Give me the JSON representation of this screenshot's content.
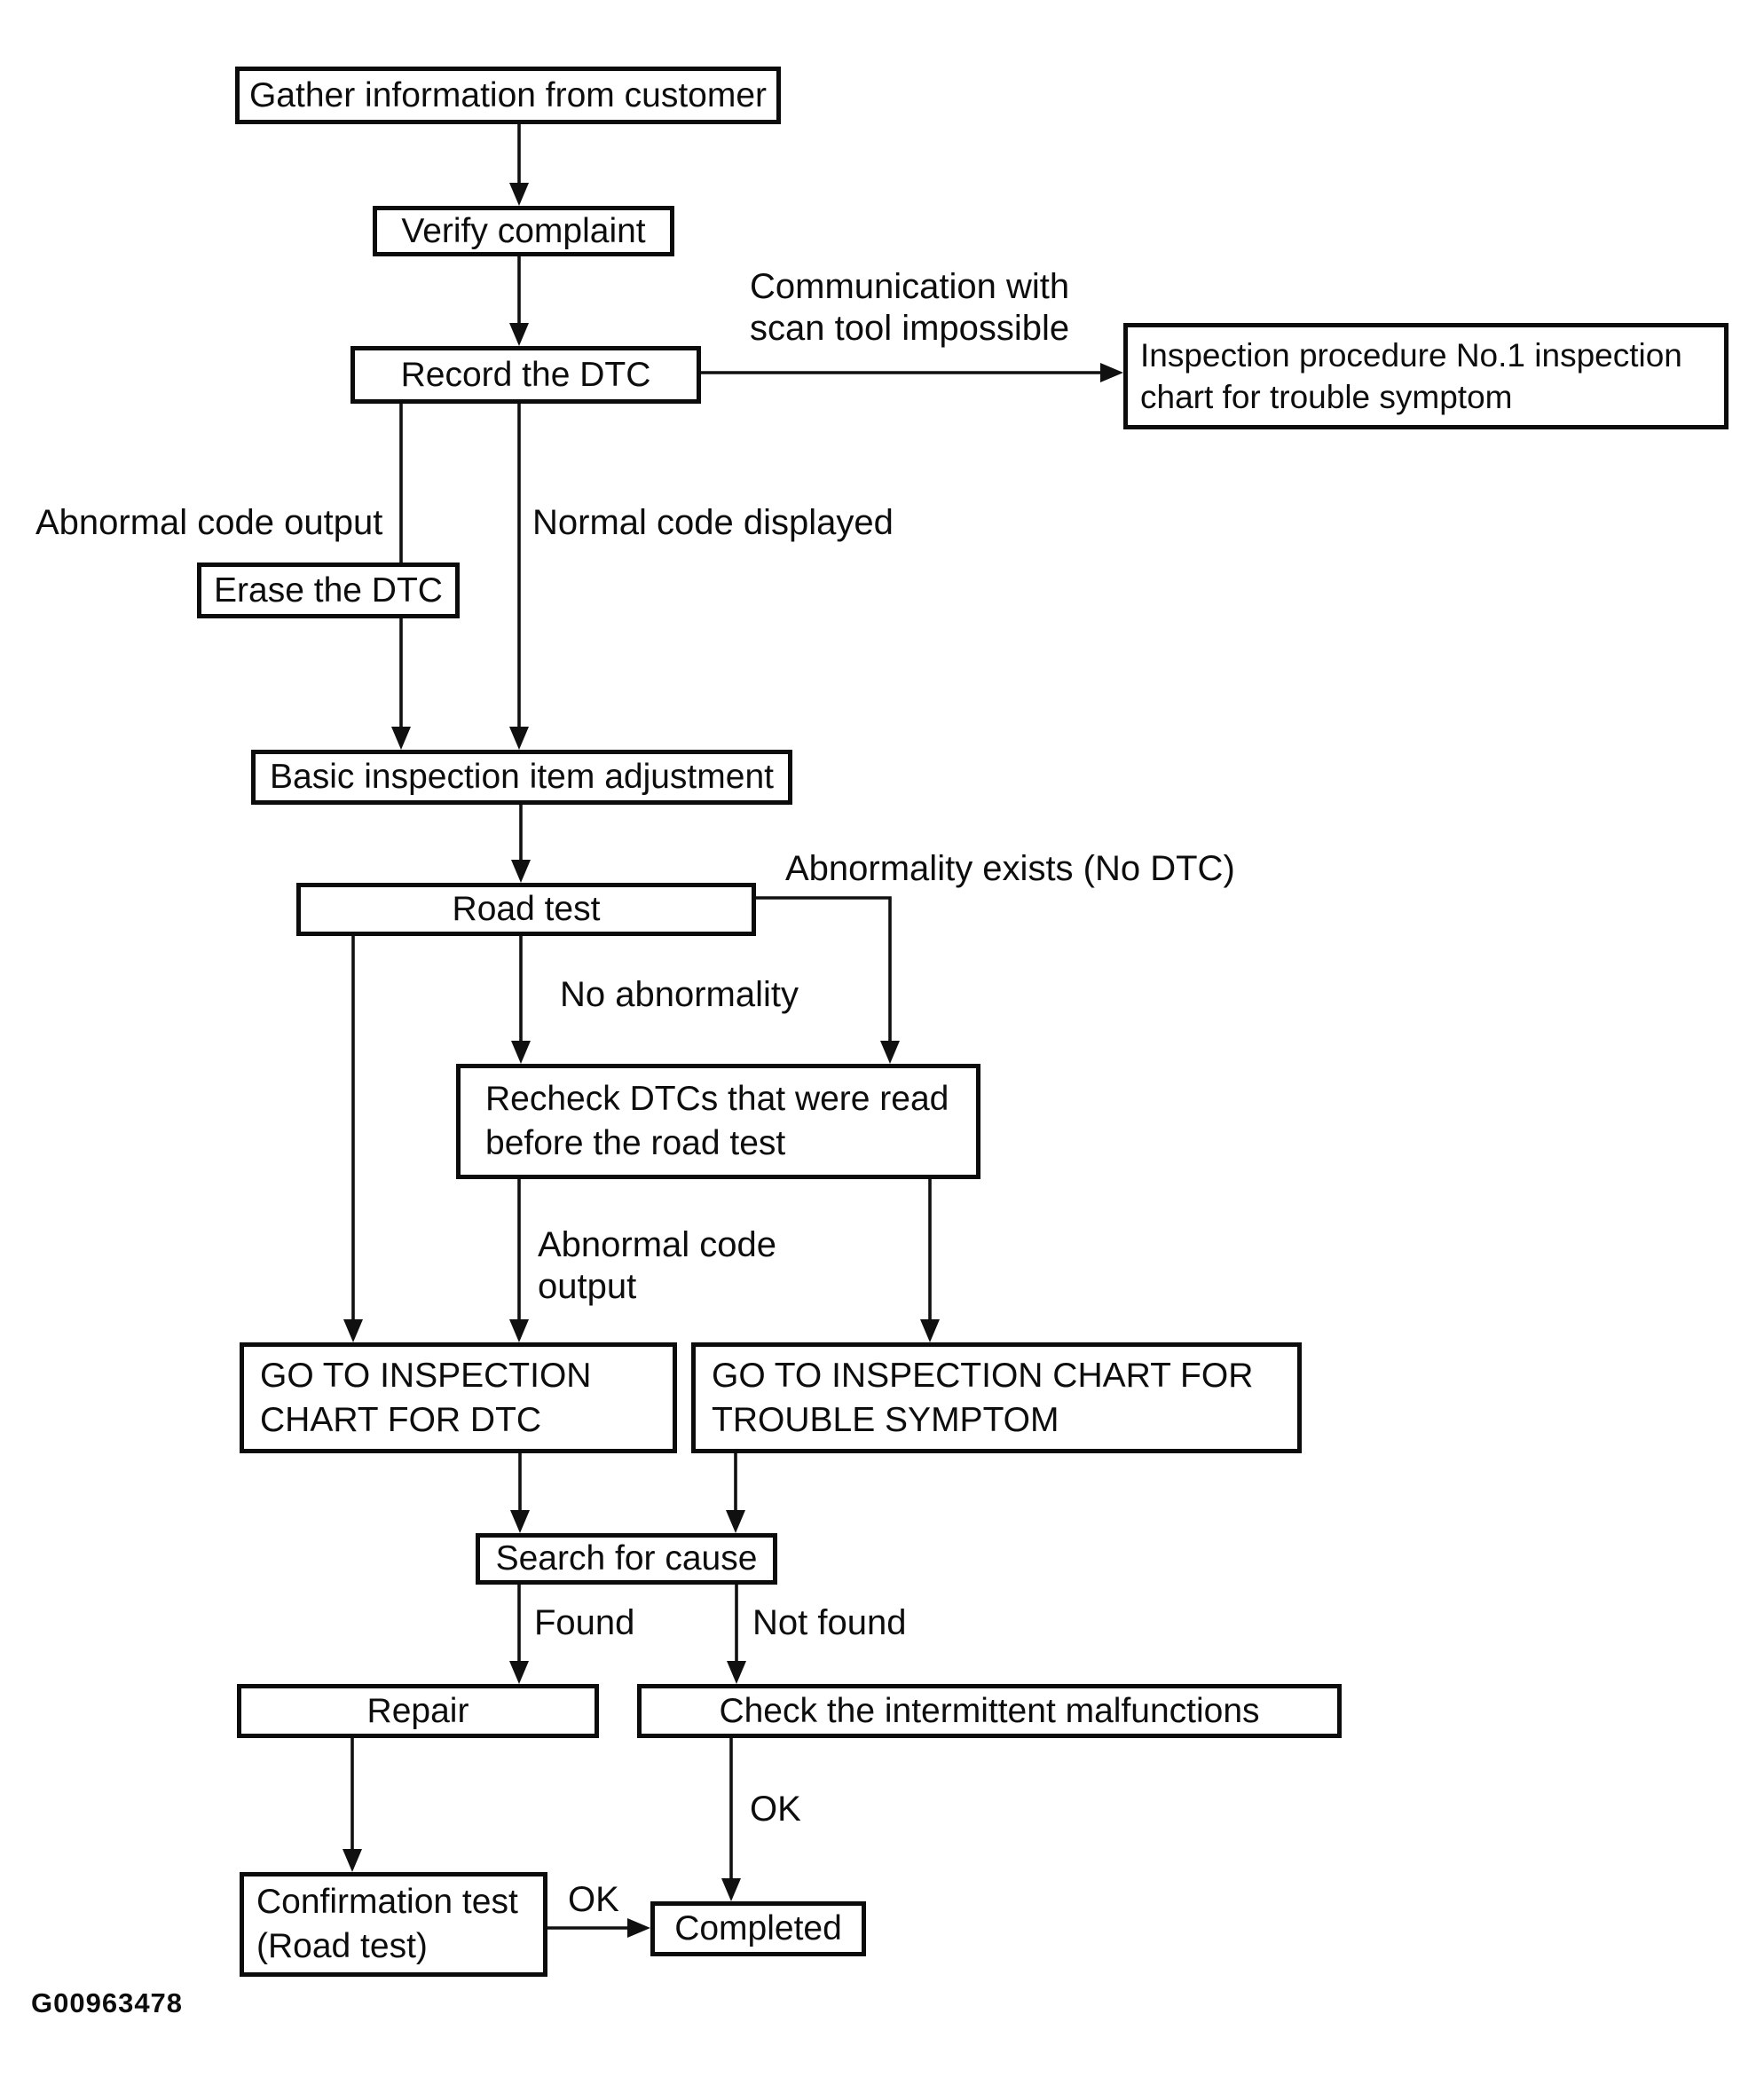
{
  "figure": {
    "id": "G00963478"
  },
  "nodes": {
    "gather": {
      "label": "Gather information from customer"
    },
    "verify": {
      "label": "Verify complaint"
    },
    "record": {
      "label": "Record the DTC"
    },
    "inspection_no1": {
      "line1": "Inspection procedure No.1 inspection",
      "line2": "chart for trouble symptom"
    },
    "erase": {
      "label": "Erase the DTC"
    },
    "basic": {
      "label": "Basic inspection item adjustment"
    },
    "road": {
      "label": "Road test"
    },
    "recheck": {
      "line1": "Recheck DTCs that were read",
      "line2": "before the road test"
    },
    "goto_dtc": {
      "line1": "GO TO INSPECTION",
      "line2": "CHART FOR DTC"
    },
    "goto_symptom": {
      "line1": "GO TO INSPECTION CHART FOR",
      "line2": "TROUBLE SYMPTOM"
    },
    "search": {
      "label": "Search for cause"
    },
    "repair": {
      "label": "Repair"
    },
    "check_intermittent": {
      "label": "Check the intermittent malfunctions"
    },
    "confirmation": {
      "line1": "Confirmation test",
      "line2": "(Road test)"
    },
    "completed": {
      "label": "Completed"
    }
  },
  "edge_labels": {
    "communication": {
      "line1": "Communication with",
      "line2": "scan tool impossible"
    },
    "abnormal_code_output": {
      "label": "Abnormal code output"
    },
    "normal_code_displayed": {
      "label": "Normal code displayed"
    },
    "abnormality_exists": {
      "label": "Abnormality exists (No DTC)"
    },
    "no_abnormality": {
      "label": "No abnormality"
    },
    "abnormal_code_output_2": {
      "line1": "Abnormal code",
      "line2": "output"
    },
    "found": {
      "label": "Found"
    },
    "not_found": {
      "label": "Not found"
    },
    "ok_intermittent": {
      "label": "OK"
    },
    "ok_confirmation": {
      "label": "OK"
    }
  }
}
